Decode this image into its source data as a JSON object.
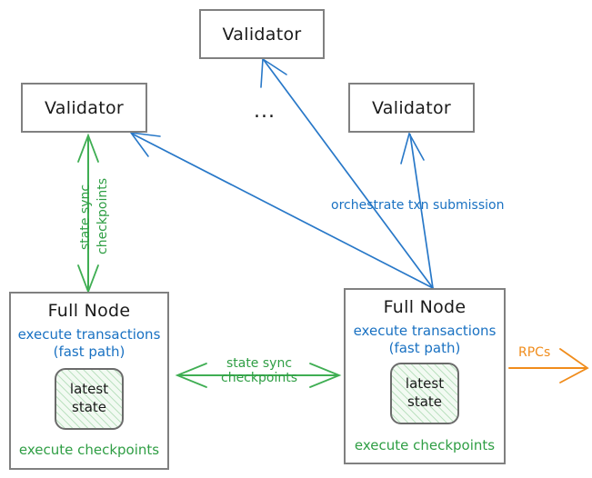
{
  "diagram": {
    "title": "Sui network topology: validators, full nodes, state sync and transaction submission",
    "colors": {
      "blue": "#1971c2",
      "green": "#2f9e44",
      "orange": "#f08c1b",
      "box_border": "#808080",
      "chip_border": "#6b6b6b",
      "text": "#1a1a1a",
      "background": "#ffffff"
    }
  },
  "nodes": {
    "validator_top": {
      "label": "Validator"
    },
    "validator_left": {
      "label": "Validator"
    },
    "validator_right": {
      "label": "Validator"
    },
    "ellipsis": {
      "label": "..."
    },
    "fullnode_left": {
      "title": "Full Node",
      "fast_path_line1": "execute transactions",
      "fast_path_line2": "(fast path)",
      "state_chip_line1": "latest",
      "state_chip_line2": "state",
      "checkpoints": "execute checkpoints"
    },
    "fullnode_right": {
      "title": "Full Node",
      "fast_path_line1": "execute transactions",
      "fast_path_line2": "(fast path)",
      "state_chip_line1": "latest",
      "state_chip_line2": "state",
      "checkpoints": "execute checkpoints"
    }
  },
  "edges": {
    "validator_left_sync": {
      "label_line1": "state sync",
      "label_line2": "checkpoints",
      "color": "#2f9e44",
      "direction": "bidirectional"
    },
    "fullnode_state_sync": {
      "label_line1": "state sync",
      "label_line2": "checkpoints",
      "color": "#2f9e44",
      "direction": "bidirectional"
    },
    "txn_submission": {
      "label": "orchestrate txn submission",
      "color": "#1971c2",
      "direction": "fullnode-to-validators"
    },
    "rpcs": {
      "label": "RPCs",
      "color": "#f08c1b",
      "direction": "outbound"
    }
  }
}
